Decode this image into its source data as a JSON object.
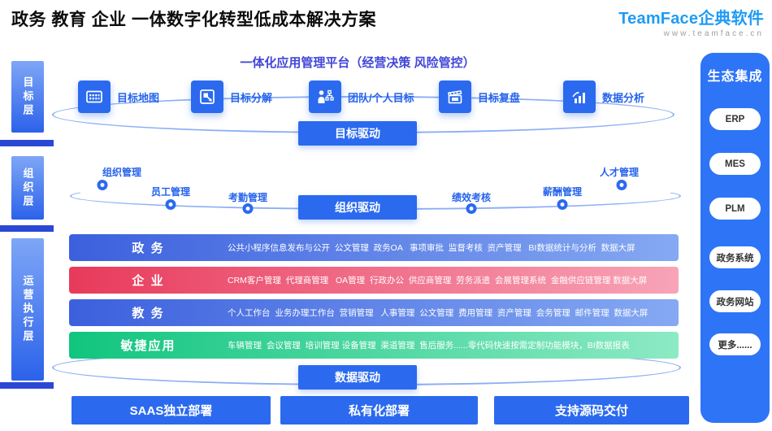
{
  "header": {
    "title": "政务 教育 企业 一体数字化转型低成本解决方案",
    "logo_name": "TeamFace企典软件",
    "logo_url": "www.teamface.cn"
  },
  "layers": [
    {
      "label": "目标层"
    },
    {
      "label": "组织层"
    },
    {
      "label": "运营执行层"
    }
  ],
  "platform": {
    "title": "一体化应用管理平台（经营决策 风险管控）",
    "goals": [
      {
        "icon": "goal-map-icon",
        "label": "目标地图"
      },
      {
        "icon": "goal-decompose-icon",
        "label": "目标分解"
      },
      {
        "icon": "team-personal-goal-icon",
        "label": "团队/个人目标"
      },
      {
        "icon": "goal-review-icon",
        "label": "目标复盘"
      },
      {
        "icon": "data-analysis-icon",
        "label": "数据分析"
      }
    ],
    "goal_driver": "目标驱动"
  },
  "organization": {
    "items": [
      {
        "label": "组织管理"
      },
      {
        "label": "员工管理"
      },
      {
        "label": "考勤管理"
      },
      {
        "label": "绩效考核"
      },
      {
        "label": "薪酬管理"
      },
      {
        "label": "人才管理"
      }
    ],
    "driver": "组织驱动"
  },
  "business_rows": [
    {
      "category": "政 务",
      "features": "公共小程序信息发布与公开  公文管理  政务OA   事项审批  监督考核  资产管理   BI数据统计与分析  数据大屏"
    },
    {
      "category": "企 业",
      "features": "CRM客户管理  代理商管理   OA管理  行政办公  供应商管理  劳务派遣  会展管理系统  金融供应链管理 数据大屏"
    },
    {
      "category": "教 务",
      "features": "个人工作台  业务办理工作台  营销管理   人事管理  公文管理  费用管理  资产管理  会务管理  邮件管理  数据大屏"
    },
    {
      "category": "敏捷应用",
      "features": "车辆管理  会议管理  培训管理 设备管理  渠道管理  售后服务......零代码快速按需定制功能模块，BI数据报表"
    }
  ],
  "data_driver": "数据驱动",
  "deployment": [
    {
      "label": "SAAS独立部署"
    },
    {
      "label": "私有化部署"
    },
    {
      "label": "支持源码交付"
    }
  ],
  "ecosystem": {
    "title": "生态集成",
    "items": [
      {
        "label": "ERP"
      },
      {
        "label": "MES"
      },
      {
        "label": "PLM"
      },
      {
        "label": "政务系统"
      },
      {
        "label": "政务网站"
      },
      {
        "label": "更多......"
      }
    ]
  },
  "colors": {
    "primary_blue": "#2b6aef",
    "sidebar_blue": "#2e74f6",
    "indigo_title": "#4146d8",
    "logo_blue": "#1f9bf4",
    "row_blue_start": "#3c60dd",
    "row_blue_end": "#85a9f2",
    "row_red_start": "#e83a5b",
    "row_red_end": "#f8a4b8",
    "row_green_start": "#10c57e",
    "row_green_end": "#8deac4",
    "separator_blue": "#2b48d4"
  }
}
